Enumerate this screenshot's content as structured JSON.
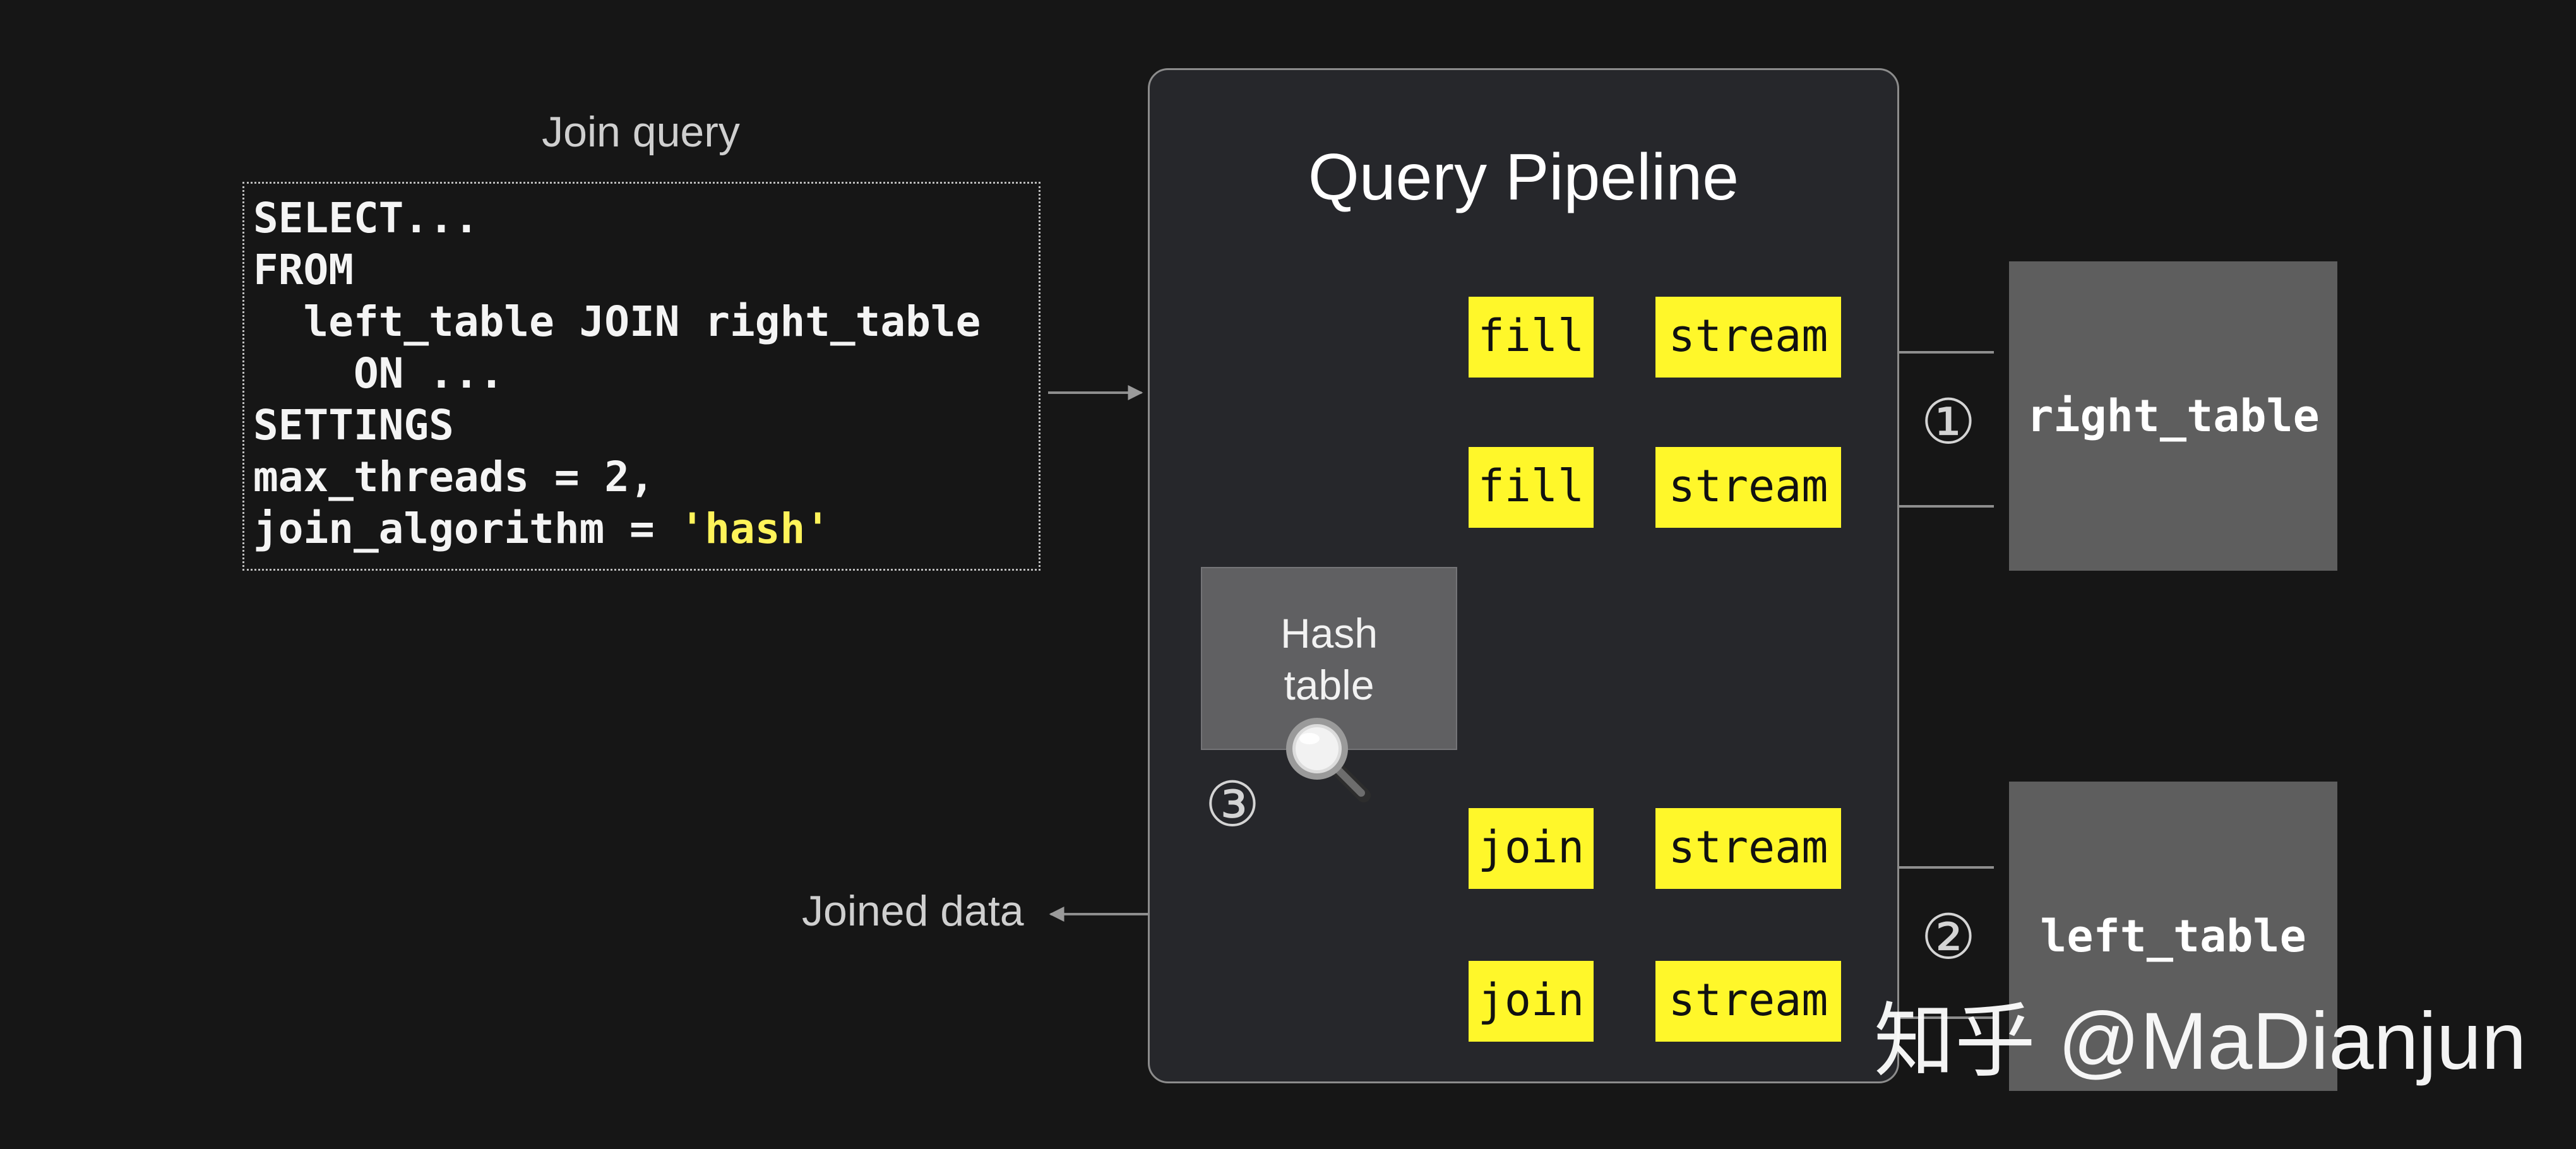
{
  "query": {
    "label": "Join query",
    "lines": [
      {
        "text": "SELECT..."
      },
      {
        "text": "FROM"
      },
      {
        "text": "  left_table JOIN right_table"
      },
      {
        "text": "    ON ..."
      },
      {
        "text": "SETTINGS"
      },
      {
        "text": "max_threads = 2,"
      },
      {
        "text": "join_algorithm = ",
        "highlight": "'hash'"
      }
    ]
  },
  "pipeline": {
    "title": "Query Pipeline",
    "rows": [
      {
        "step": "fill",
        "stream": "stream"
      },
      {
        "step": "fill",
        "stream": "stream"
      },
      {
        "step": "join",
        "stream": "stream"
      },
      {
        "step": "join",
        "stream": "stream"
      }
    ],
    "hash_table": {
      "line1": "Hash",
      "line2": "table",
      "icon": "magnifier-icon"
    }
  },
  "tables": {
    "right": "right_table",
    "left": "left_table"
  },
  "markers": {
    "one": "①",
    "two": "②",
    "three": "③"
  },
  "output_label": "Joined data",
  "watermark": "知乎 @MaDianjun",
  "colors": {
    "background": "#161616",
    "pipeline_bg": "#26272b",
    "step_fill": "#fff72a",
    "table_fill": "#5e5e5e",
    "hash_fill": "#606062",
    "code_highlight": "#fff35a"
  }
}
